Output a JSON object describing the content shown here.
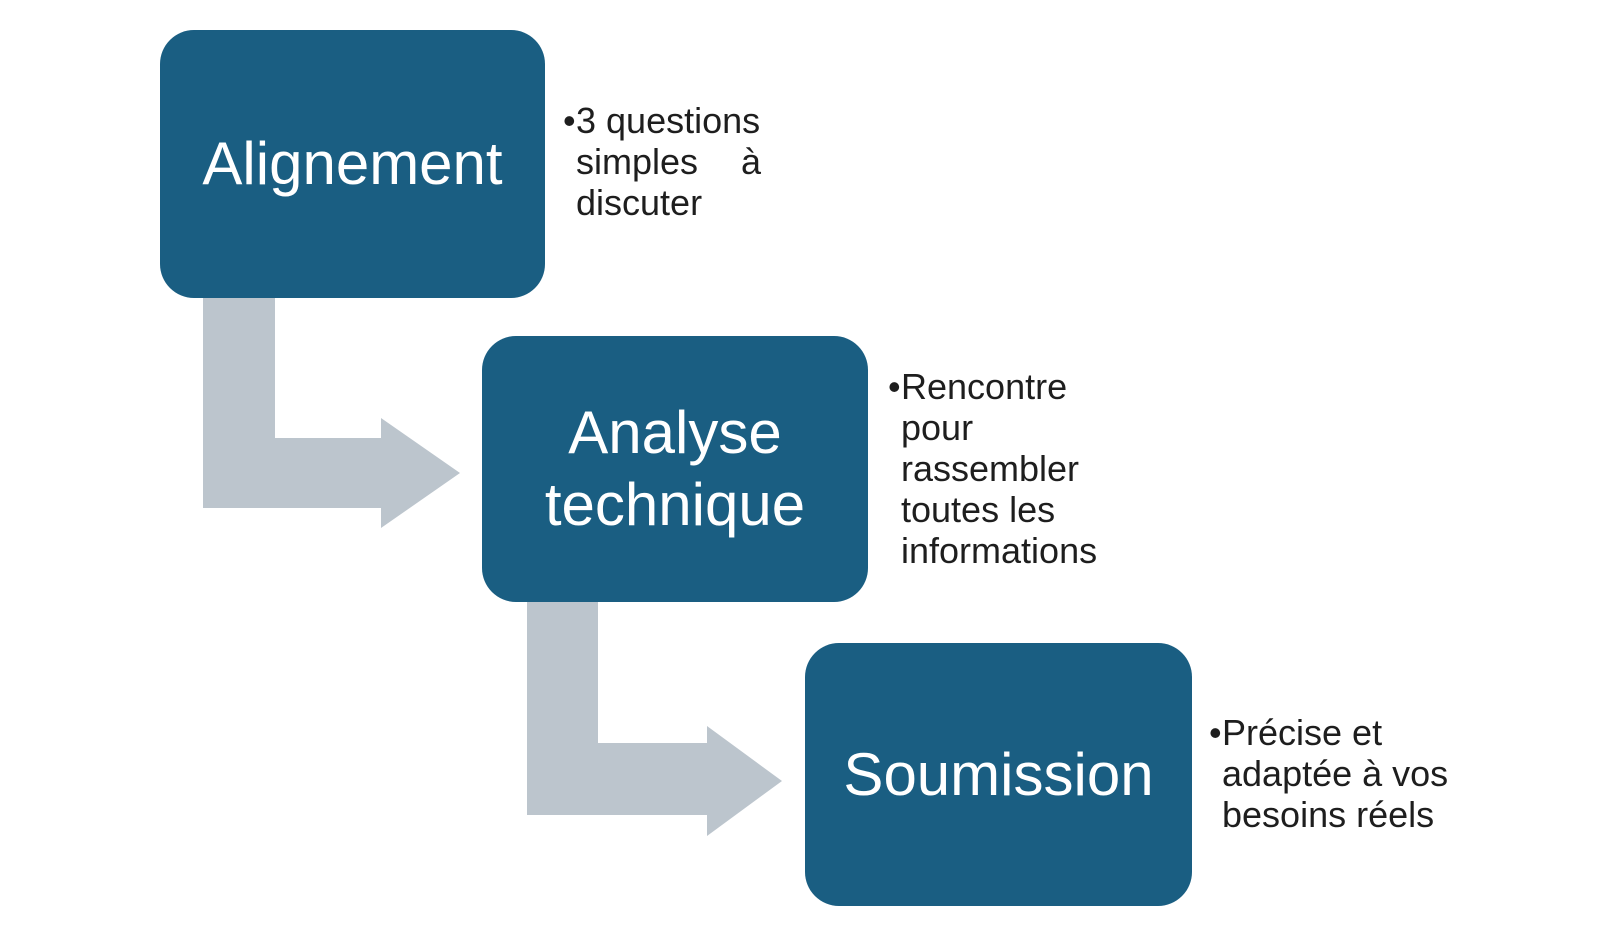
{
  "diagram": {
    "background_color": "#ffffff",
    "box_color": "#1a5e82",
    "arrow_color": "#bcc5cd",
    "title_color": "#ffffff",
    "bullet_text_color": "#1e1e1e",
    "bullet_char": "•",
    "steps": [
      {
        "title": "Alignement",
        "bullet_text": "3 questions simples à discuter",
        "bullet_lines": [
          "3 questions",
          "simples à",
          "discuter"
        ]
      },
      {
        "title": "Analyse technique",
        "bullet_text": "Rencontre pour rassembler toutes les informations",
        "bullet_lines": [
          "Rencontre",
          "pour",
          "rassembler",
          "toutes les",
          "informations"
        ]
      },
      {
        "title": "Soumission",
        "bullet_text": "Précise et adaptée à vos besoins réels",
        "bullet_lines": [
          "Précise et",
          "adaptée à vos",
          "besoins réels"
        ]
      }
    ]
  }
}
